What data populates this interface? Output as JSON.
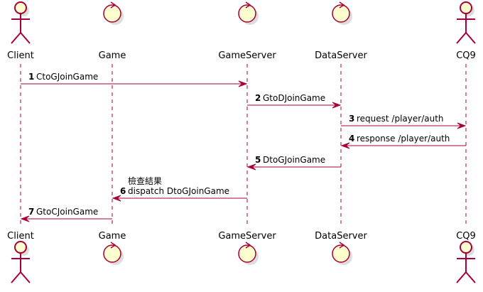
{
  "participants": [
    {
      "id": "client",
      "label": "Client",
      "kind": "actor"
    },
    {
      "id": "game",
      "label": "Game",
      "kind": "control"
    },
    {
      "id": "gameserver",
      "label": "GameServer",
      "kind": "control"
    },
    {
      "id": "dataserver",
      "label": "DataServer",
      "kind": "control"
    },
    {
      "id": "cq9",
      "label": "CQ9",
      "kind": "actor"
    }
  ],
  "messages": [
    {
      "num": "1",
      "from": "client",
      "to": "gameserver",
      "lines": [
        "CtoGJoinGame"
      ]
    },
    {
      "num": "2",
      "from": "gameserver",
      "to": "dataserver",
      "lines": [
        "GtoDJoinGame"
      ]
    },
    {
      "num": "3",
      "from": "dataserver",
      "to": "cq9",
      "lines": [
        "request /player/auth"
      ]
    },
    {
      "num": "4",
      "from": "cq9",
      "to": "dataserver",
      "lines": [
        "response /player/auth"
      ]
    },
    {
      "num": "5",
      "from": "dataserver",
      "to": "gameserver",
      "lines": [
        "DtoGJoinGame"
      ]
    },
    {
      "num": "6",
      "from": "gameserver",
      "to": "game",
      "lines": [
        "檢查結果",
        "dispatch DtoGJoinGame"
      ]
    },
    {
      "num": "7",
      "from": "game",
      "to": "client",
      "lines": [
        "GtoCJoinGame"
      ]
    }
  ],
  "colors": {
    "line": "#A80036",
    "fill": "#FEFECE"
  }
}
